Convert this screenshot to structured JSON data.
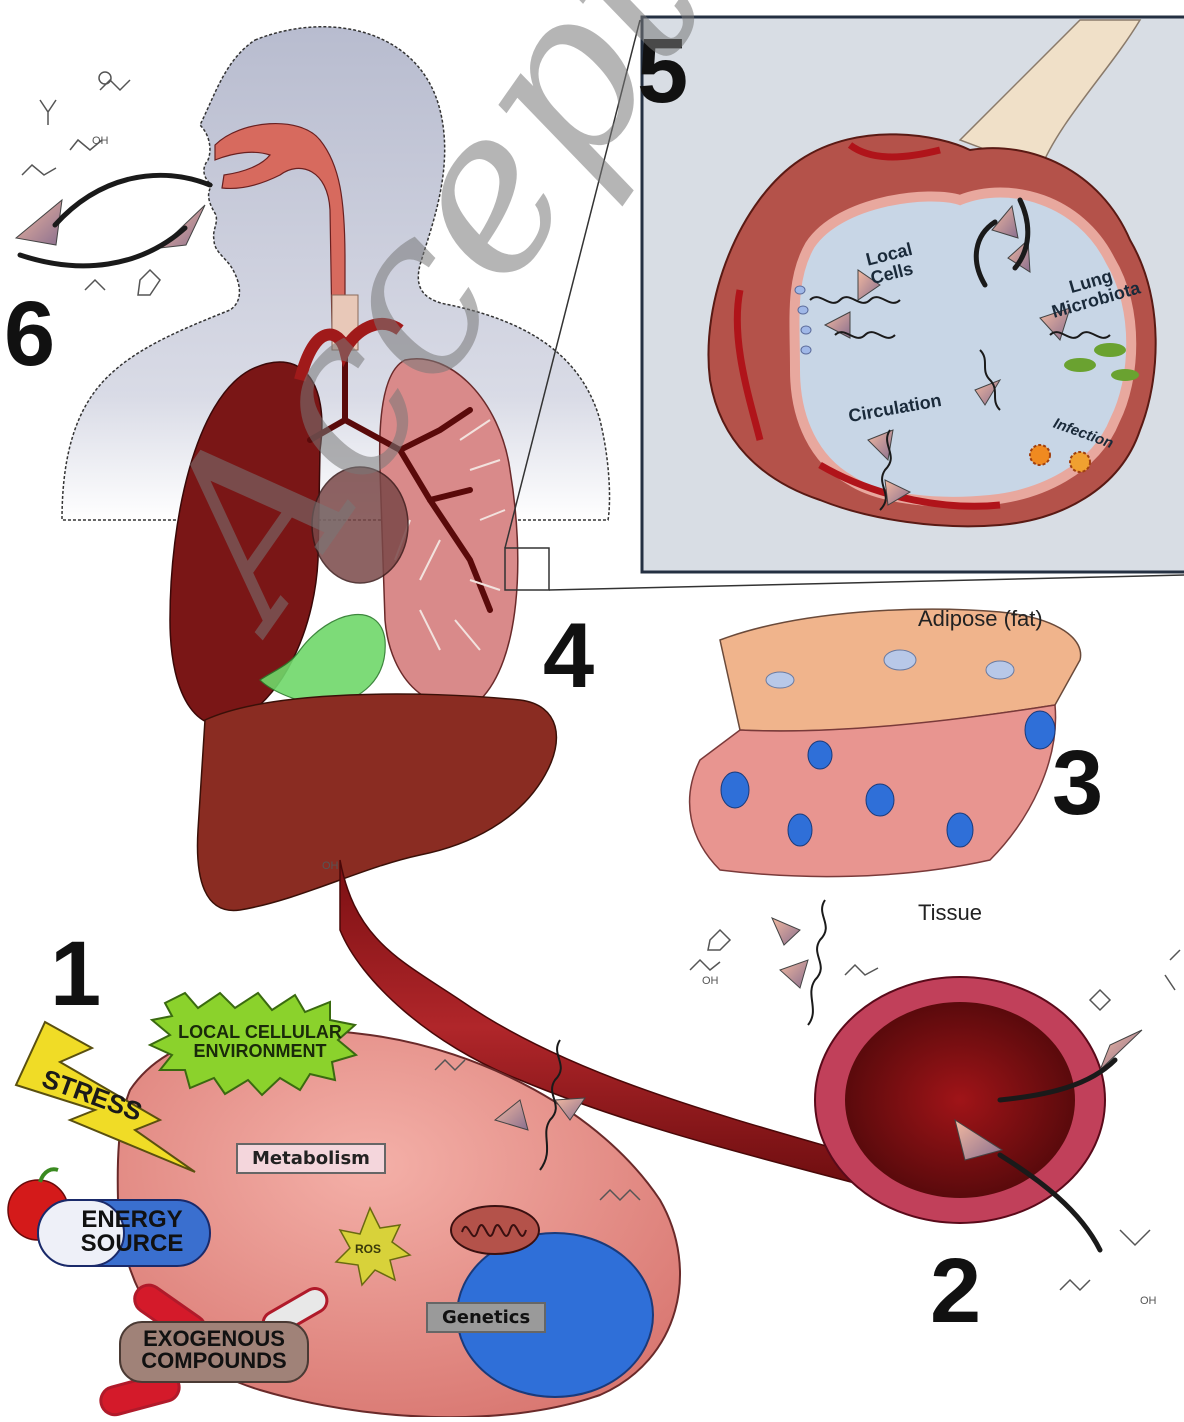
{
  "labels": {
    "n1": "1",
    "n2": "2",
    "n3": "3",
    "n4": "4",
    "n5": "5",
    "n6": "6",
    "adipose": "Adipose (fat)",
    "tissue": "Tissue",
    "local_cells": "Local\nCells",
    "lung_microbiota": "Lung\nMicrobiota",
    "circulation": "Circulation",
    "infection": "Infection",
    "local_env_1": "LOCAL CELLULAR",
    "local_env_2": "ENVIRONMENT",
    "stress": "STRESS",
    "metabolism": "Metabolism",
    "ros": "ROS",
    "genetics": "Genetics",
    "energy_1": "ENERGY",
    "energy_2": "SOURCE",
    "exo_1": "EXOGENOUS",
    "exo_2": "COMPOUNDS",
    "oh": "OH",
    "watermark": "Accepted Manuscript"
  },
  "colors": {
    "blood": "#8f1a1a",
    "lung_left": "#7a1616",
    "lung_right": "#d98a8a",
    "liver": "#8a2c22",
    "body_silhouette": "#c5c7d6",
    "cell": "#e89590",
    "nucleus": "#2f6fd8",
    "adipose": "#f0b48c",
    "alveolus_fill": "#c8d6e6",
    "panel_bg": "#d8dde4",
    "burst": "#8bd22c",
    "stress": "#f0dc26",
    "energy": "#3a6fcf",
    "exo": "#a08278",
    "stomach": "#6fd86a"
  }
}
